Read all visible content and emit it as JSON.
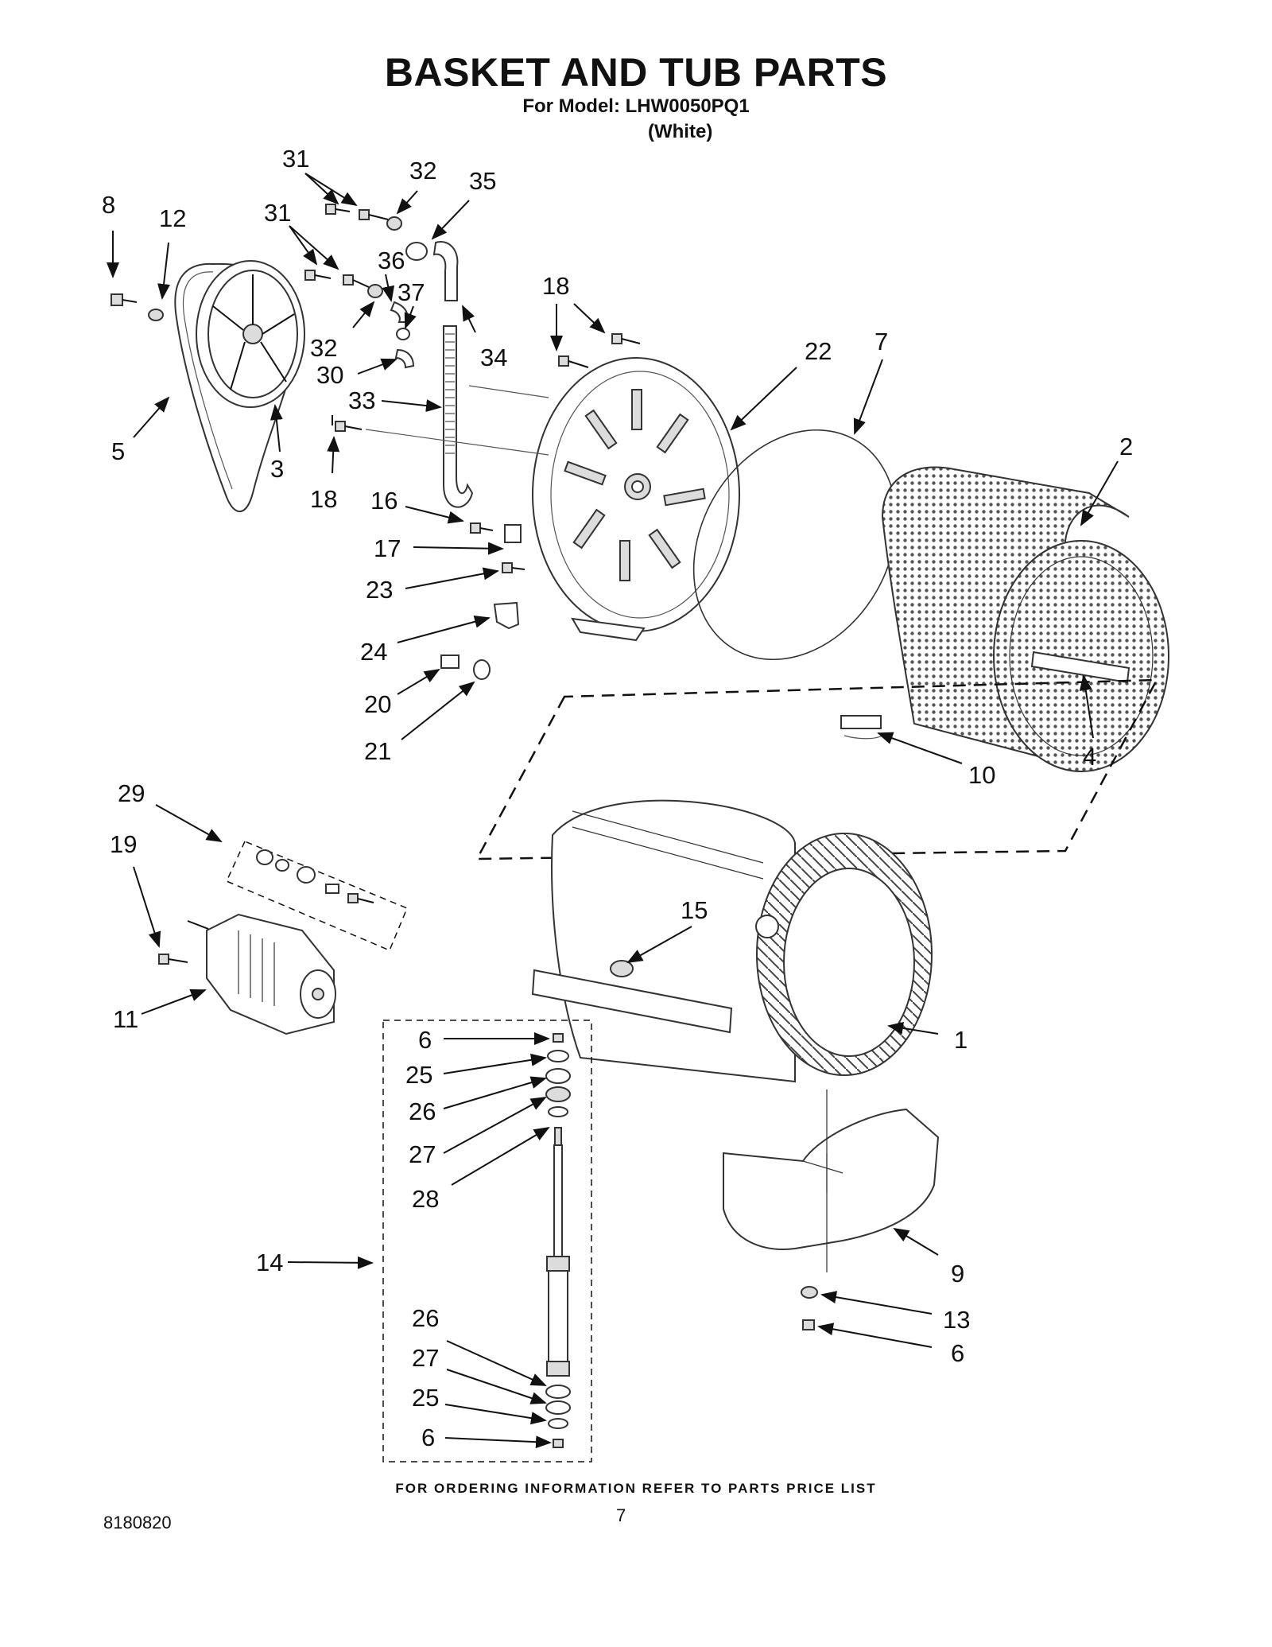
{
  "header": {
    "title": "BASKET AND TUB PARTS",
    "model_line": "For Model: LHW0050PQ1",
    "color_line": "(White)"
  },
  "callouts": {
    "c8": "8",
    "c12": "12",
    "c5": "5",
    "c3": "3",
    "c31a": "31",
    "c31b": "31",
    "c32a": "32",
    "c32b": "32",
    "c35": "35",
    "c36": "36",
    "c37": "37",
    "c30": "30",
    "c33": "33",
    "c34": "34",
    "c18a": "18",
    "c18b": "18",
    "c22": "22",
    "c7": "7",
    "c2": "2",
    "c16": "16",
    "c17": "17",
    "c23": "23",
    "c24": "24",
    "c20": "20",
    "c21": "21",
    "c4": "4",
    "c10": "10",
    "c29": "29",
    "c19": "19",
    "c11": "11",
    "c15": "15",
    "c1": "1",
    "c6a": "6",
    "c25a": "25",
    "c26a": "26",
    "c27a": "27",
    "c28": "28",
    "c14": "14",
    "c26b": "26",
    "c27b": "27",
    "c25b": "25",
    "c6b": "6",
    "c9": "9",
    "c13": "13",
    "c6c": "6"
  },
  "footer": {
    "note": "FOR ORDERING INFORMATION REFER TO PARTS PRICE LIST",
    "doc_number": "8180820",
    "page_number": "7"
  }
}
